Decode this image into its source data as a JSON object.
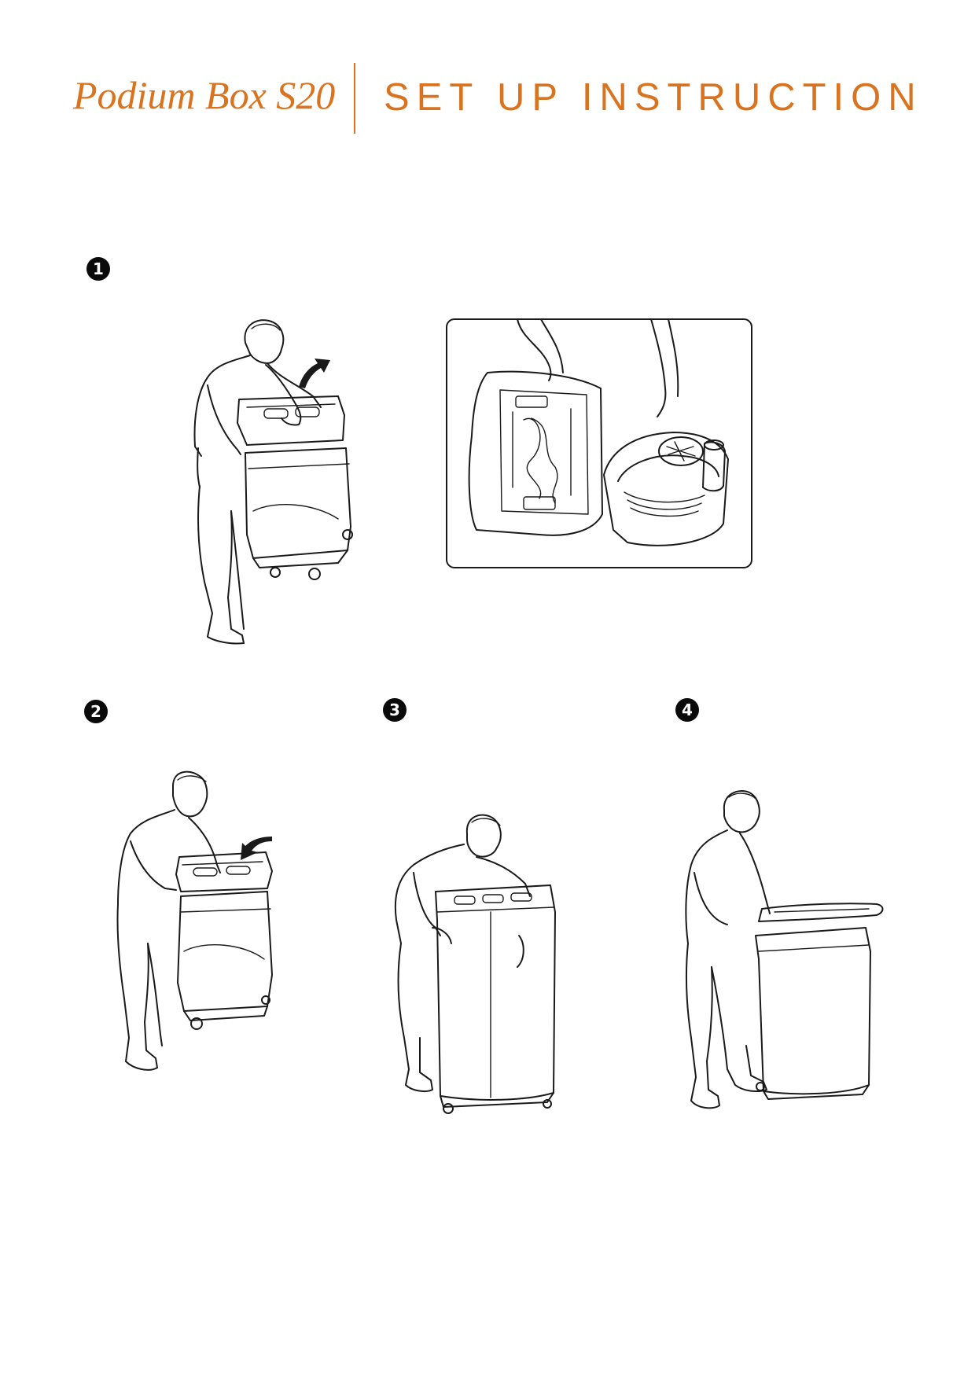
{
  "header": {
    "product_name": "Podium Box S20",
    "title": "SET UP INSTRUCTION",
    "accent_color": "#d9731f"
  },
  "steps": [
    {
      "number": "1",
      "icon": "step-number-badge"
    },
    {
      "number": "2",
      "icon": "step-number-badge"
    },
    {
      "number": "3",
      "icon": "step-number-badge"
    },
    {
      "number": "4",
      "icon": "step-number-badge"
    }
  ]
}
